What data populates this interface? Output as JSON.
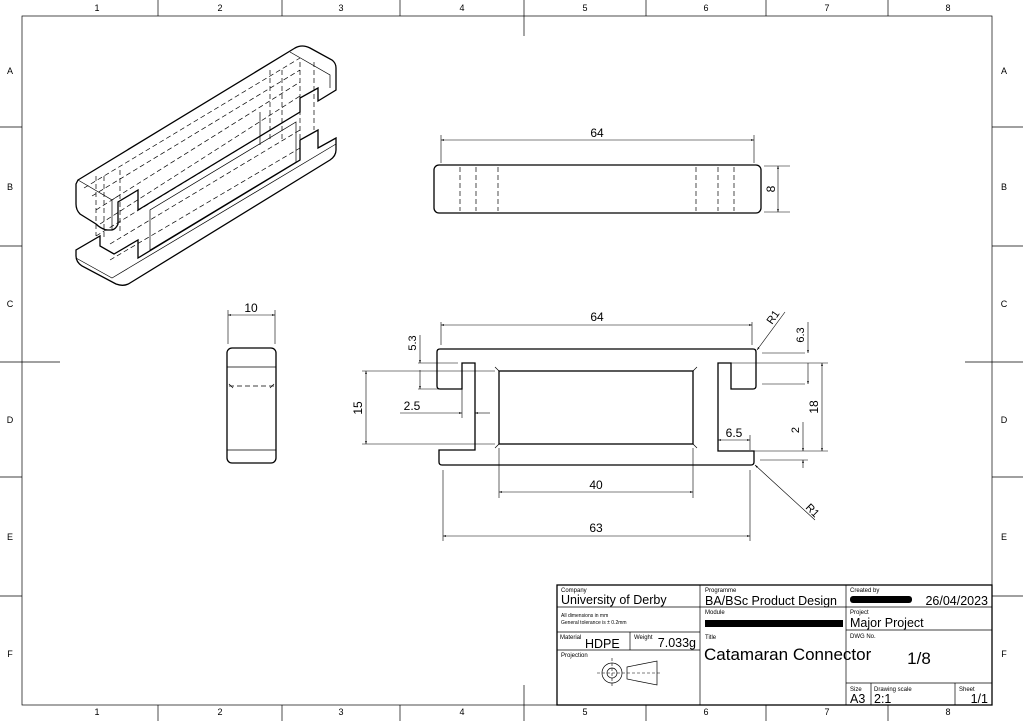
{
  "frame": {
    "columns": [
      "1",
      "2",
      "3",
      "4",
      "5",
      "6",
      "7",
      "8"
    ],
    "rows": [
      "A",
      "B",
      "C",
      "D",
      "E",
      "F"
    ]
  },
  "views": {
    "top": {
      "length": "64",
      "height": "8"
    },
    "side": {
      "width": "10"
    },
    "front": {
      "overall_top": "64",
      "overall_bottom": "63",
      "inner": "40",
      "radius_top": "R1",
      "radius_bottom": "R1",
      "d_5_3": "5.3",
      "d_15": "15",
      "d_2_5": "2.5",
      "d_6_3": "6.3",
      "d_18": "18",
      "d_2": "2",
      "d_6_5": "6.5"
    }
  },
  "title_block": {
    "company_label": "Company",
    "company": "University of Derby",
    "programme_label": "Programme",
    "programme": "BA/BSc Product Design",
    "created_label": "Created by",
    "created_date": "26/04/2023",
    "notes_line1": "All dimensions in mm",
    "notes_line2": "General tolerance is ± 0.2mm",
    "module_label": "Module",
    "project_label": "Project",
    "project": "Major Project",
    "material_label": "Material",
    "material": "HDPE",
    "weight_label": "Weight",
    "weight": "7.033g",
    "title_label": "Title",
    "title": "Catamaran Connector",
    "dwg_label": "DWG No.",
    "dwg_no": "1/8",
    "projection_label": "Projection",
    "size_label": "Size",
    "size": "A3",
    "scale_label": "Drawing scale",
    "scale": "2:1",
    "sheet_label": "Sheet",
    "sheet": "1/1"
  }
}
